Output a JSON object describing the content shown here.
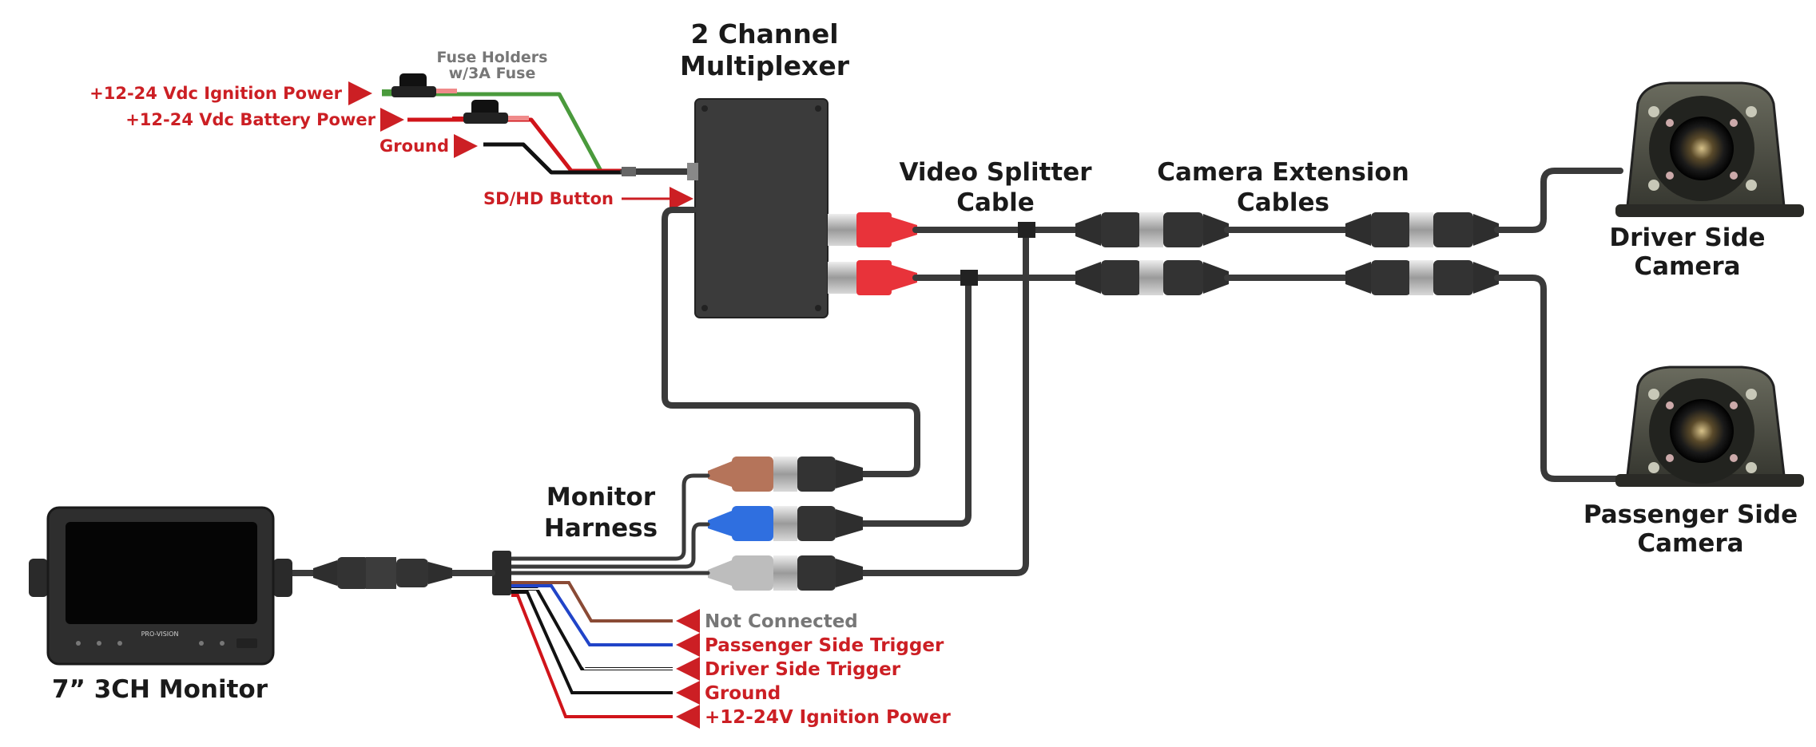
{
  "colors": {
    "red": "#cc1f24",
    "dark": "#1a1a1a",
    "grey": "#777777",
    "wire_green": "#4a9a3c",
    "wire_red": "#d0141a",
    "wire_black": "#111111",
    "wire_blue": "#2144c8",
    "wire_brown": "#8a4a35",
    "rca_red": "#e8333a",
    "rca_blue": "#2f6fe0",
    "rca_brown": "#b5745a",
    "rca_grey": "#bdbdbd",
    "cable": "#3a3a3a"
  },
  "labels": {
    "fuse_holders_1": "Fuse Holders",
    "fuse_holders_2": "w/3A Fuse",
    "ignition_power": "+12-24 Vdc Ignition Power",
    "battery_power": "+12-24 Vdc Battery Power",
    "ground_top": "Ground",
    "sd_hd_button": "SD/HD Button",
    "multiplexer_1": "2 Channel",
    "multiplexer_2": "Multiplexer",
    "splitter_1": "Video Splitter",
    "splitter_2": "Cable",
    "extension_1": "Camera Extension",
    "extension_2": "Cables",
    "driver_cam_1": "Driver Side",
    "driver_cam_2": "Camera",
    "passenger_cam_1": "Passenger Side",
    "passenger_cam_2": "Camera",
    "monitor_harness_1": "Monitor",
    "monitor_harness_2": "Harness",
    "monitor": "7” 3CH Monitor",
    "monitor_brand": "PRO-VISION"
  },
  "harness_wires": [
    {
      "label": "Not Connected",
      "style": "grey"
    },
    {
      "label": "Passenger Side Trigger",
      "style": "red"
    },
    {
      "label": "Driver Side Trigger",
      "style": "red"
    },
    {
      "label": "Ground",
      "style": "red"
    },
    {
      "label": "+12-24V Ignition Power",
      "style": "red"
    }
  ],
  "icons": [
    "arrow-right-icon",
    "arrow-left-icon",
    "fuse-icon",
    "rca-connector-icon",
    "camera-icon",
    "monitor-icon"
  ]
}
